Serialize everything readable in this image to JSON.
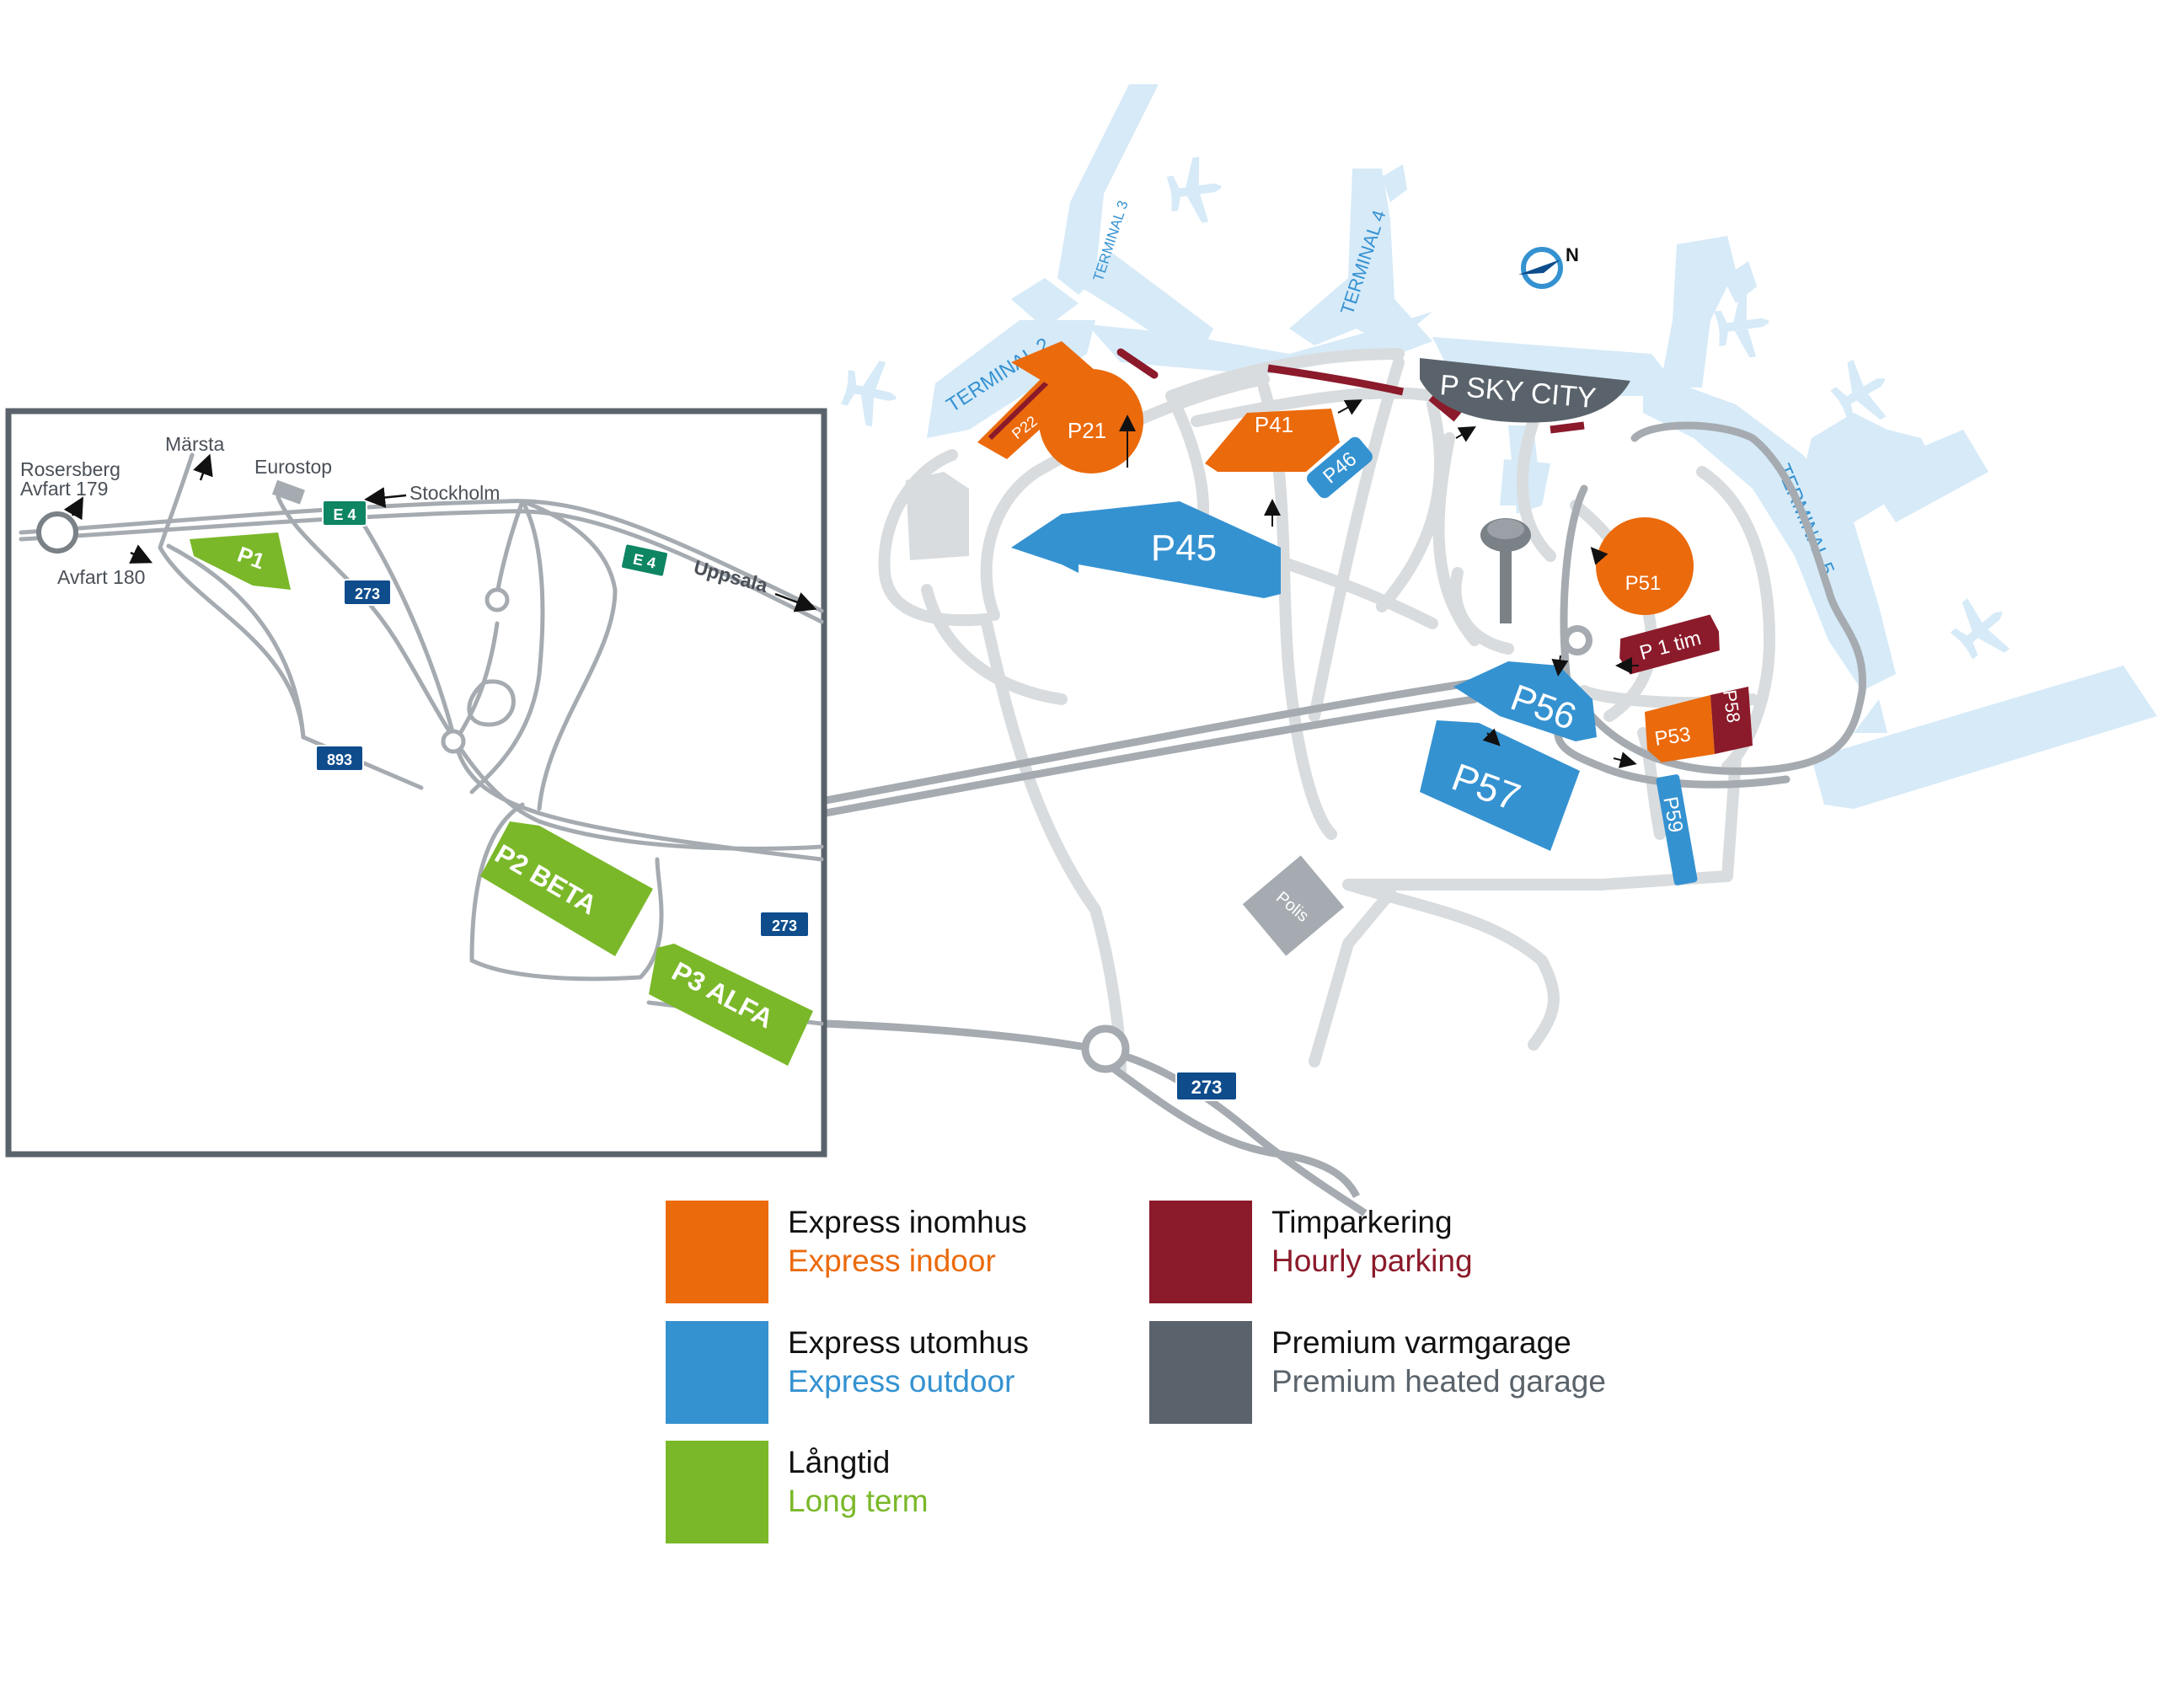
{
  "colors": {
    "express_indoor": "#EB6A0C",
    "express_outdoor": "#3592D1",
    "long_term": "#7AB829",
    "hourly": "#8B1A2A",
    "premium": "#5A636B",
    "terminal": "#D6EAF8",
    "terminal_text": "#3592D1",
    "road": "#D9DCDE",
    "road_dark": "#A5ABB0",
    "route_blue": "#0E4C8C",
    "route_green": "#0E8563",
    "text_dark": "#4A5057"
  },
  "terminals": {
    "t2": "TERMINAL 2",
    "t3": "TERMINAL 3",
    "t4": "TERMINAL 4",
    "t5": "TERMINAL 5"
  },
  "lots": {
    "p1": "P1",
    "p2": "P2 BETA",
    "p3": "P3 ALFA",
    "p21": "P21",
    "p22": "P22",
    "p41": "P41",
    "p45": "P45",
    "p46": "P46",
    "p51": "P51",
    "p53": "P53",
    "p56": "P56",
    "p57": "P57",
    "p58": "P58",
    "p59": "P59",
    "p1tim": "P 1 tim",
    "skycity": "P SKY CITY"
  },
  "places": {
    "marsta": "Märsta",
    "rosersberg": "Rosersberg",
    "avfart179": "Avfart 179",
    "avfart180": "Avfart 180",
    "eurostop": "Eurostop",
    "stockholm": "Stockholm",
    "uppsala": "Uppsala",
    "polis": "Polis"
  },
  "roads": {
    "e4_a": "E 4",
    "e4_b": "E 4",
    "r273_a": "273",
    "r273_b": "273",
    "r273_c": "273",
    "r893": "893"
  },
  "compass": {
    "label": "N",
    "icon": "north-compass-icon"
  },
  "legend": [
    {
      "sv": "Express inomhus",
      "en": "Express indoor",
      "color": "#EB6A0C"
    },
    {
      "sv": "Express utomhus",
      "en": "Express outdoor",
      "color": "#3592D1"
    },
    {
      "sv": "Långtid",
      "en": "Long term",
      "color": "#7AB829"
    },
    {
      "sv": "Timparkering",
      "en": "Hourly parking",
      "color": "#8B1A2A"
    },
    {
      "sv": "Premium varmgarage",
      "en": "Premium heated garage",
      "color": "#5A636B"
    }
  ]
}
